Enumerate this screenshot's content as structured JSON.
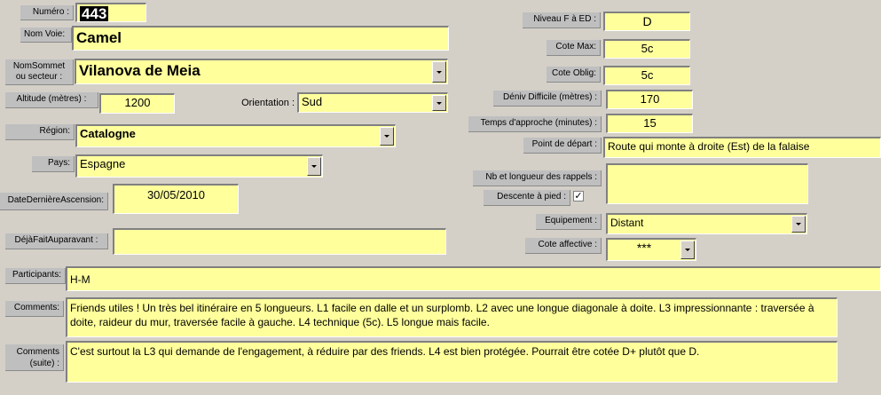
{
  "labels": {
    "numero": "Numéro :",
    "nom_voie": "Nom Voie:",
    "nomsommet_1": "NomSommet",
    "nomsommet_2": "ou secteur :",
    "altitude": "Altitude (mètres) :",
    "orientation": "Orientation :",
    "region": "Région:",
    "pays": "Pays:",
    "date_derniere": "DateDernièreAscension:",
    "deja_fait": "DéjàFaitAuparavant :",
    "participants": "Participants:",
    "comments": "Comments:",
    "comments_suite_1": "Comments",
    "comments_suite_2": "(suite) :",
    "niveau": "Niveau F à ED :",
    "cote_max": "Cote Max:",
    "cote_oblig": "Cote Oblig:",
    "deniv": "Déniv Difficile (mètres) :",
    "temps": "Temps d'approche (minutes) :",
    "point_depart": "Point de départ :",
    "rappels": "Nb et longueur des rappels :",
    "descente": "Descente à pied :",
    "equipement": "Equipement :",
    "cote_affective": "Cote affective :"
  },
  "values": {
    "numero": "443",
    "nom_voie": "Camel",
    "nomsommet": "Vilanova de Meia",
    "altitude": "1200",
    "orientation": "Sud",
    "region": "Catalogne",
    "pays": "Espagne",
    "date_derniere": "30/05/2010",
    "deja_fait": "",
    "participants": "H-M",
    "comments": "Friends utiles ! Un très bel itinéraire en 5 longueurs. L1 facile en dalle et un surplomb. L2 avec une longue diagonale à doite. L3 impressionnante : traversée à doite, raideur du mur, traversée facile à gauche. L4 technique (5c). L5 longue mais facile.",
    "comments_suite": "C'est surtout la L3 qui demande de l'engagement, à réduire par des friends. L4 est bien protégée. Pourrait être cotée D+ plutôt que D.",
    "niveau": "D",
    "cote_max": "5c",
    "cote_oblig": "5c",
    "deniv": "170",
    "temps": "15",
    "point_depart": "Route  qui monte à droite (Est) de la falaise",
    "rappels": "",
    "descente_checked": true,
    "descente_mark": "✓",
    "equipement": "Distant",
    "cote_affective": "***"
  },
  "icons": {
    "dropdown": "chevron-down-icon",
    "checkbox": "checkbox-checked-icon"
  },
  "colors": {
    "field_bg": "#ffff9c",
    "label_bg": "#bfbfbf",
    "window_bg": "#d4d0c8"
  }
}
